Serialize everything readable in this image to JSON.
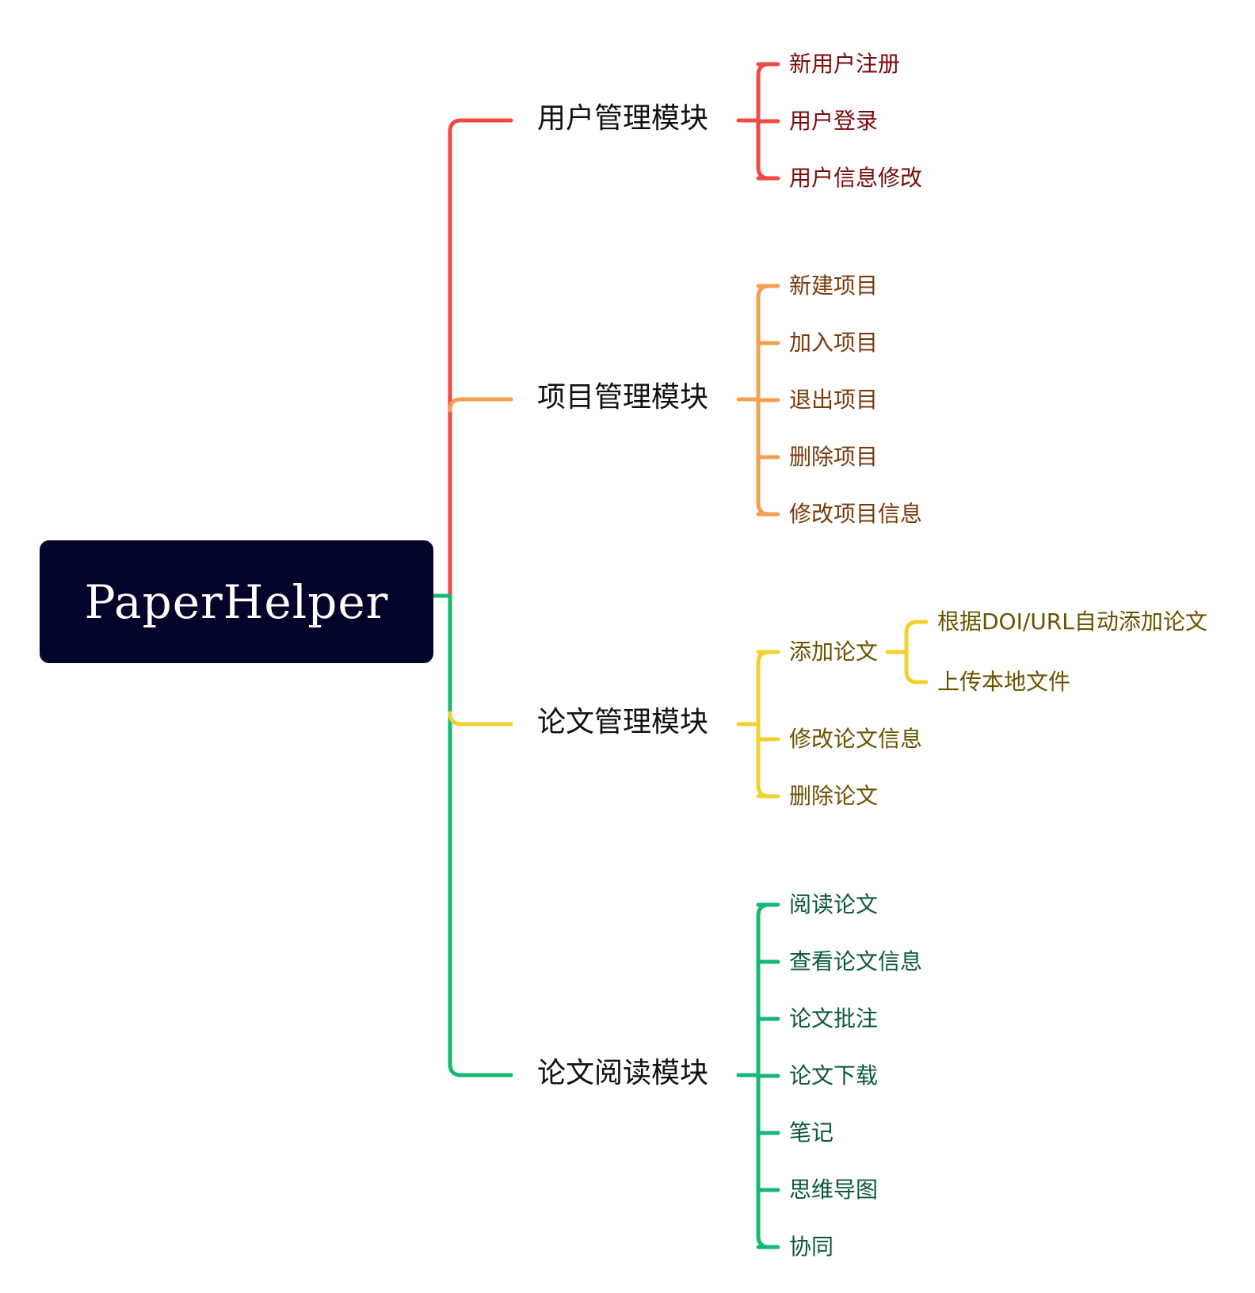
{
  "root": {
    "label": "PaperHelper"
  },
  "branches": [
    {
      "label": "用户管理模块",
      "color": "#f04a43",
      "text_color": "#7a0b0b",
      "children": [
        {
          "label": "新用户注册"
        },
        {
          "label": "用户登录"
        },
        {
          "label": "用户信息修改"
        }
      ]
    },
    {
      "label": "项目管理模块",
      "color": "#f4a050",
      "text_color": "#7a3a0c",
      "children": [
        {
          "label": "新建项目"
        },
        {
          "label": "加入项目"
        },
        {
          "label": "退出项目"
        },
        {
          "label": "删除项目"
        },
        {
          "label": "修改项目信息"
        }
      ]
    },
    {
      "label": "论文管理模块",
      "color": "#f4d02c",
      "text_color": "#6a5200",
      "children": [
        {
          "label": "添加论文",
          "children": [
            {
              "label": "根据DOI/URL自动添加论文"
            },
            {
              "label": "上传本地文件"
            }
          ]
        },
        {
          "label": "修改论文信息"
        },
        {
          "label": "删除论文"
        }
      ]
    },
    {
      "label": "论文阅读模块",
      "color": "#15b874",
      "text_color": "#0c5a36",
      "children": [
        {
          "label": "阅读论文"
        },
        {
          "label": "查看论文信息"
        },
        {
          "label": "论文批注"
        },
        {
          "label": "论文下载"
        },
        {
          "label": "笔记"
        },
        {
          "label": "思维导图"
        },
        {
          "label": "协同"
        }
      ]
    }
  ]
}
